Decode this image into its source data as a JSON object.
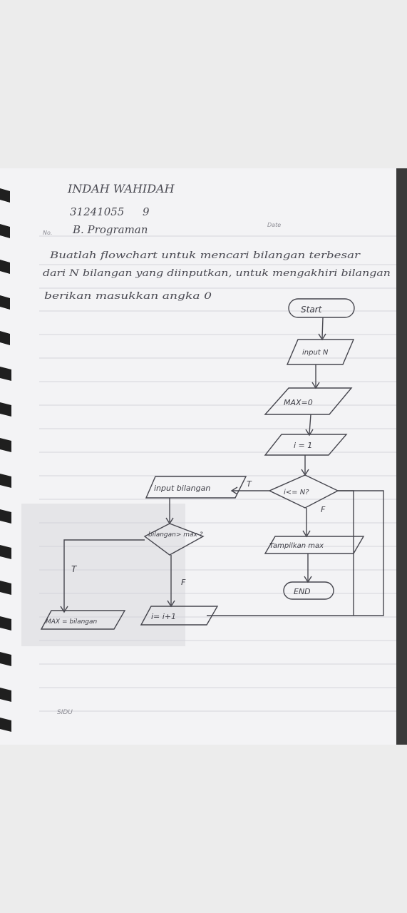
{
  "header": {
    "name": "INDAH WAHIDAH",
    "id": "31241055",
    "id_mark": "9",
    "no_label": "No.",
    "class": "B. Programan",
    "date_label": "Date"
  },
  "task": {
    "line1": "Buatlah flowchart untuk mencari bilangan terbesar",
    "line2": "dari N bilangan yang diinputkan, untuk mengakhiri bilangan",
    "line3": "berikan masukkan angka 0"
  },
  "flowchart": {
    "start": "Start",
    "input_n": "input N",
    "max_init": "MAX=0",
    "i_init": "i = 1",
    "decision_loop": "i<= N?",
    "input_bilangan": "input bilangan",
    "decision_max": "bilangan> max ?",
    "max_assign": "MAX = bilangan",
    "increment": "i= i+1",
    "output": "Tampilkan max",
    "end": "END",
    "label_true_1": "T",
    "label_false_1": "F",
    "label_true_2": "T",
    "label_false_2": "F"
  },
  "footer": {
    "brand": "SIDU"
  },
  "colors": {
    "paper": "#f4f4f6",
    "ink": "#45454d",
    "rule": "#d2d2d8",
    "binding": "#2a2a2a",
    "background": "#ececec"
  }
}
